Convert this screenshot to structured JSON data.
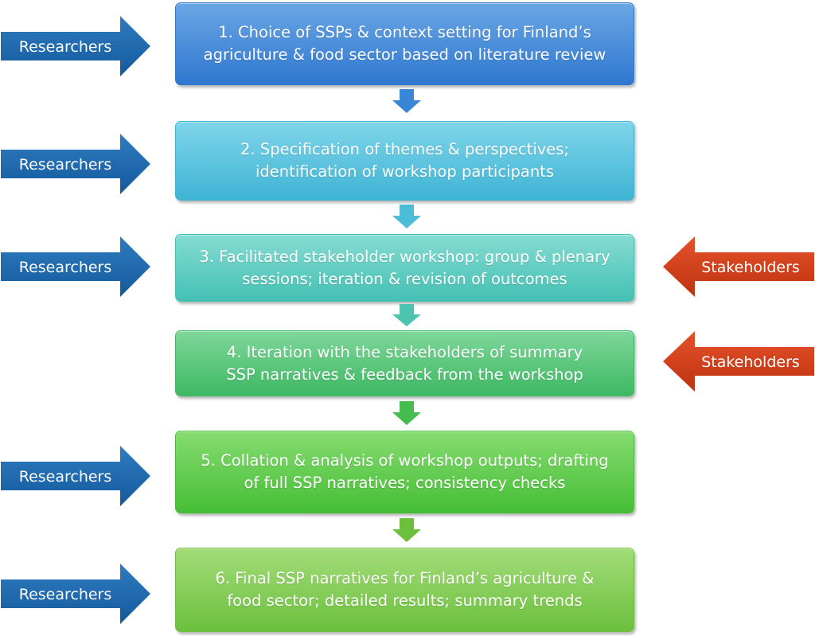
{
  "steps": [
    {
      "text": "1. Choice of SSPs & context setting for Finland’s\nagriculture & food sector based on literature review",
      "color_top": "#6aa6e4",
      "color_bottom": "#2f78d0"
    },
    {
      "text": "2. Specification of themes & perspectives;\nidentification of workshop participants",
      "color_top": "#7fd5ea",
      "color_bottom": "#3fb4d4"
    },
    {
      "text": "3. Facilitated stakeholder workshop: group & plenary\nsessions; iteration & revision of outcomes",
      "color_top": "#86dcd2",
      "color_bottom": "#44c0b4"
    },
    {
      "text": "4. Iteration with the stakeholders of summary\nSSP narratives & feedback from the workshop",
      "color_top": "#7ed79a",
      "color_bottom": "#3eb863"
    },
    {
      "text": "5. Collation & analysis of workshop outputs; drafting\nof full SSP narratives; consistency checks",
      "color_top": "#86dc70",
      "color_bottom": "#46bd36"
    },
    {
      "text": "6. Final SSP narratives for Finland’s agriculture &\nfood sector; detailed results; summary trends",
      "color_top": "#a2dc78",
      "color_bottom": "#6cc03e"
    }
  ],
  "researchers_label": "Researchers",
  "stakeholders_label": "Stakeholders",
  "colors": {
    "researchers_top": "#2f7bbf",
    "researchers_bottom": "#135a9c",
    "stakeholders_top": "#e5522a",
    "stakeholders_bottom": "#bd3210"
  }
}
